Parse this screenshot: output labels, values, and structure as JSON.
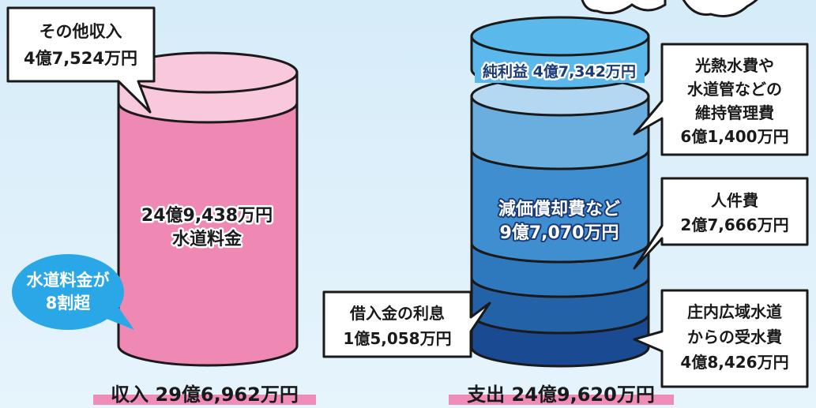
{
  "revenue": {
    "title": "収入 29億6,962万円",
    "other": {
      "label": "その他収入",
      "amount": "4億7,524万円"
    },
    "water_fee": {
      "amount": "24億9,438万円",
      "label": "水道料金"
    },
    "note_line1": "水道料金が",
    "note_line2": "8割超"
  },
  "expense": {
    "title": "支出 24億9,620万円",
    "net_profit": "純利益 4億7,342万円",
    "maintenance": {
      "line1": "光熱水費や",
      "line2": "水道管などの",
      "line3": "維持管理費",
      "amount": "6億1,400万円"
    },
    "depreciation": {
      "label": "減価償却費など",
      "amount": "9億7,070万円"
    },
    "personnel": {
      "label": "人件費",
      "amount": "2億7,666万円"
    },
    "interest": {
      "label": "借入金の利息",
      "amount": "1億5,058万円"
    },
    "water_purchase": {
      "line1": "庄内広域水道",
      "line2": "からの受水費",
      "amount": "4億8,426万円"
    }
  },
  "colors": {
    "revenue_body": "#f088b4",
    "revenue_top": "#f8c8dc",
    "expense_net": "#5ab8ea",
    "expense_maint": "#6aaedf",
    "expense_dep": "#3f8fd0",
    "expense_pers": "#2e78be",
    "expense_int": "#2462a8",
    "expense_water": "#1a4a92",
    "highlight": "#f08cb8",
    "note_bubble": "#2aa7e6"
  }
}
